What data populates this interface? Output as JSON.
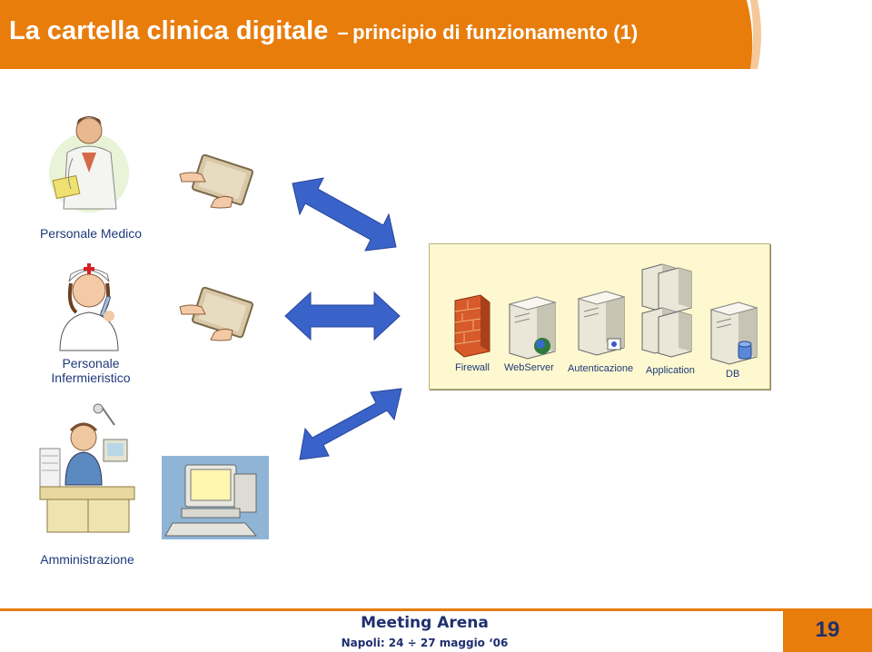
{
  "header": {
    "title_main": "La cartella clinica digitale",
    "title_dash": "–",
    "title_sub": "principio di funzionamento (1)",
    "color": "#e87d0c"
  },
  "roles": [
    {
      "label": "Personale Medico",
      "icon": "doctor-clipart"
    },
    {
      "label_line1": "Personale",
      "label_line2": "Infermieristico",
      "icon": "nurse-clipart"
    },
    {
      "label": "Amministrazione",
      "icon": "office-worker-clipart"
    }
  ],
  "devices": [
    "tablet-icon",
    "tablet-icon",
    "desktop-computer-icon"
  ],
  "server_panel": {
    "items": [
      {
        "label": "Firewall",
        "icon": "firewall-icon"
      },
      {
        "label": "WebServer",
        "icon": "web-server-icon"
      },
      {
        "label": "Autenticazione",
        "icon": "auth-server-icon"
      },
      {
        "label": "Application",
        "icon": "application-server-icon"
      },
      {
        "label": "DB",
        "icon": "database-server-icon"
      }
    ]
  },
  "footer": {
    "title": "Meeting Arena",
    "subtitle": "Napoli: 24 ÷ 27 maggio ‘06",
    "page_number": "19"
  },
  "colors": {
    "accent": "#e87d0c",
    "arrow": "#3a63c9",
    "panel": "#fdf8cf",
    "text_blue": "#1f3a7a"
  }
}
